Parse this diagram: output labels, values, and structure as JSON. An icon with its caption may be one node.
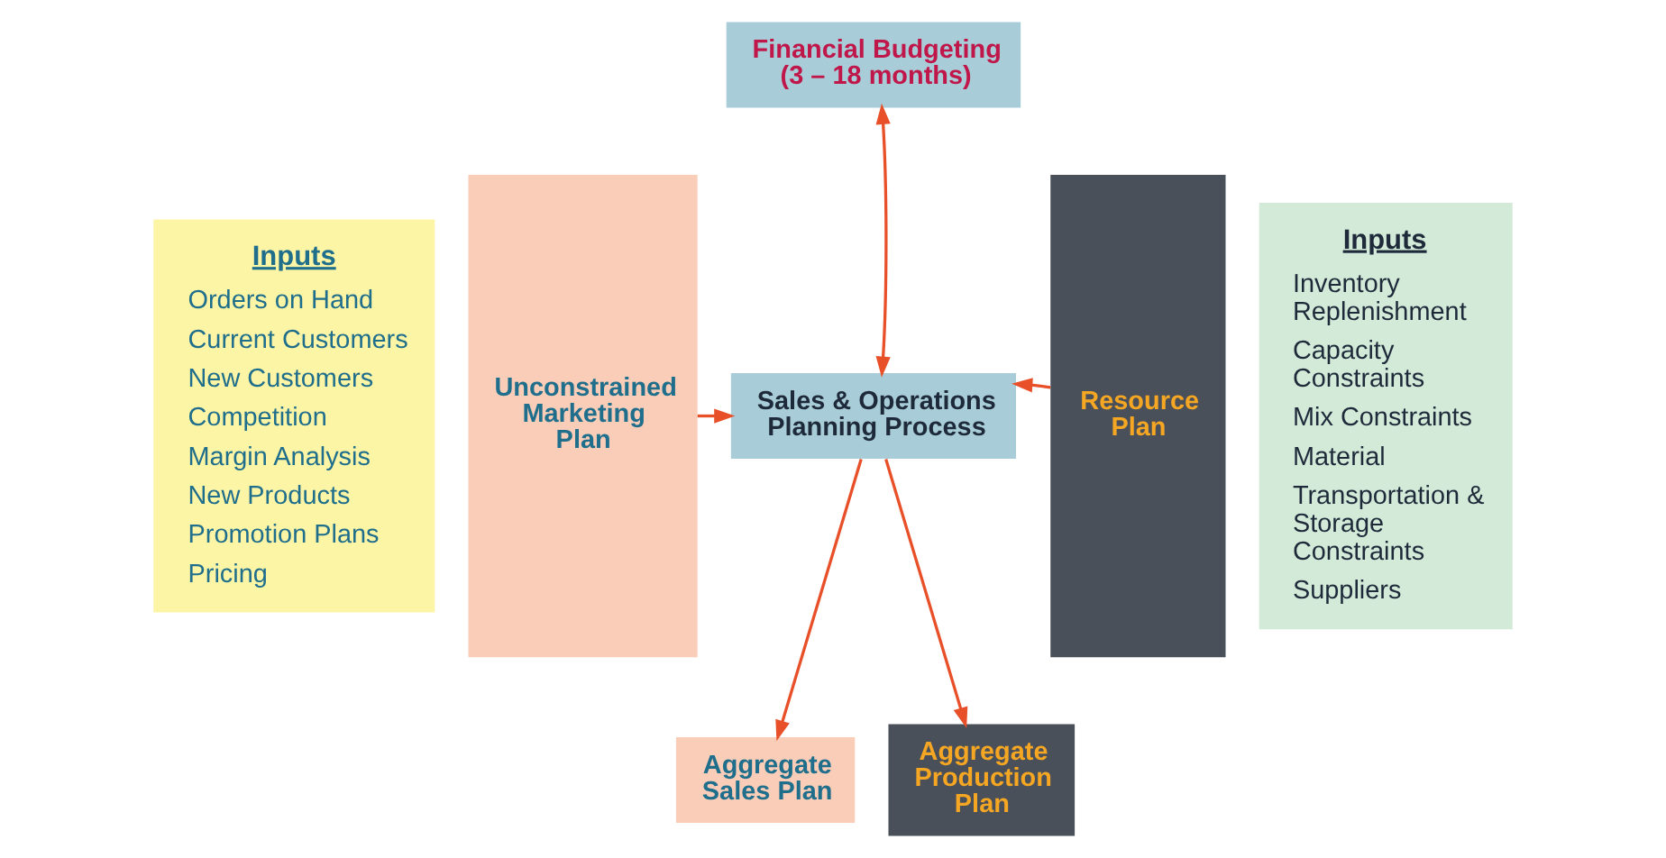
{
  "diagram": {
    "nodes": [
      {
        "text": [
          "Inputs",
          "Orders on Hand",
          "Current Customers",
          "New Customers",
          "Competition",
          "Margin Analysis",
          "New Products",
          "Promotion Plans",
          "Pricing"
        ]
      },
      {
        "text": [
          "Unconstrained Marketing Plan"
        ]
      },
      {
        "text": [
          "Financial Budgeting",
          "(3 – 18 months)"
        ]
      },
      {
        "text": [
          "Sales & Operations Planning Process"
        ]
      },
      {
        "text": [
          "Resource Plan"
        ]
      },
      {
        "text": [
          "Inputs",
          "Inventory Replenishment",
          "Capacity Constraints",
          "Mix Constraints",
          "Material",
          "Transportation & Storage Constraints",
          "Suppliers"
        ]
      },
      {
        "text": [
          "Aggregate Sales Plan"
        ]
      },
      {
        "text": [
          "Aggregate Production Plan"
        ]
      }
    ],
    "edges": [
      {
        "from": 2,
        "to": 3,
        "arrow": "both"
      },
      {
        "from": 1,
        "to": 3,
        "arrow": "to"
      },
      {
        "from": 4,
        "to": 3,
        "arrow": "to"
      },
      {
        "from": 3,
        "to": 6,
        "arrow": "to"
      },
      {
        "from": 3,
        "to": 7,
        "arrow": "to"
      }
    ]
  }
}
